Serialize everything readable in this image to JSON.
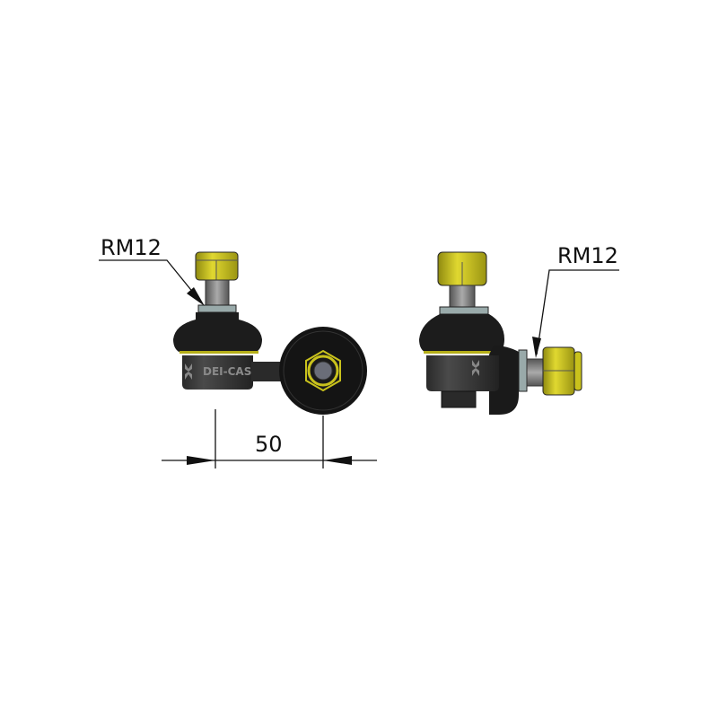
{
  "drawing": {
    "front_view": {
      "thread_label": "RM12",
      "brand_logo": "DEI-CAS"
    },
    "side_view": {
      "thread_label": "RM12"
    },
    "dimension": {
      "value": "50"
    }
  },
  "colors": {
    "nut": "#c9c21c",
    "body": "#1c1c1c",
    "housing": "#3a3a3a",
    "line": "#111111"
  }
}
